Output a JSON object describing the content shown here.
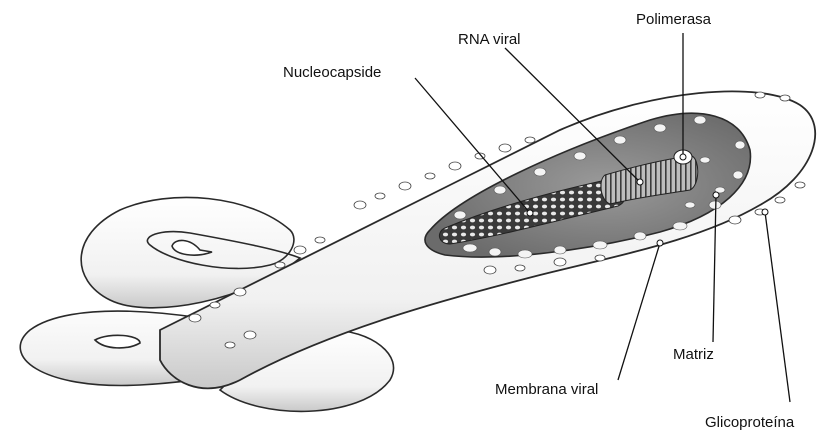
{
  "labels": {
    "polimerasa": "Polimerasa",
    "rna_viral": "RNA viral",
    "nucleocapside": "Nucleocapside",
    "matriz": "Matriz",
    "membrana_viral": "Membrana viral",
    "glicoproteina": "Glicoproteína"
  },
  "colors": {
    "ink": "#111111",
    "outline": "#2a2a2a",
    "shade": "#bdbdbd",
    "paper": "#ffffff"
  }
}
